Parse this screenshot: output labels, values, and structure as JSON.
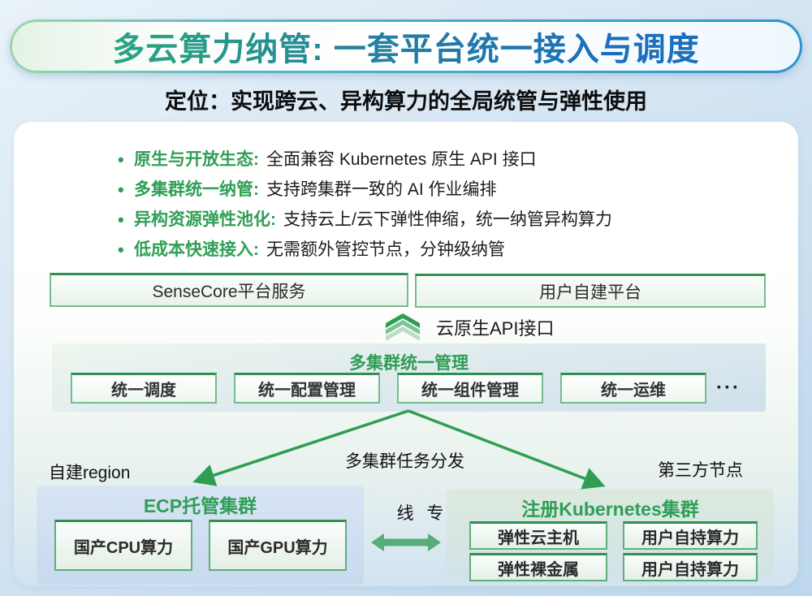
{
  "banner": {
    "title": "多云算力纳管: 一套平台统一接入与调度"
  },
  "subtitle": "定位：实现跨云、异构算力的全局统管与弹性使用",
  "bullet": "•",
  "features": [
    {
      "label": "原生与开放生态:",
      "text": "全面兼容 Kubernetes 原生 API 接口"
    },
    {
      "label": "多集群统一纳管:",
      "text": "支持跨集群一致的 AI 作业编排"
    },
    {
      "label": "异构资源弹性池化:",
      "text": "支持云上/云下弹性伸缩，统一纳管异构算力"
    },
    {
      "label": "低成本快速接入:",
      "text": "无需额外管控节点，分钟级纳管"
    }
  ],
  "platforms": [
    {
      "label": "SenseCore平台服务"
    },
    {
      "label": "用户自建平台"
    }
  ],
  "api": {
    "icon": "chevron-up-icon",
    "label": "云原生API接口"
  },
  "management": {
    "title": "多集群统一管理",
    "modules": [
      "统一调度",
      "统一配置管理",
      "统一组件管理",
      "统一运维"
    ],
    "ellipsis": "···"
  },
  "dispatch": {
    "label": "多集群任务分发"
  },
  "left_cluster": {
    "region_label": "自建region",
    "title": "ECP托管集群",
    "nodes": [
      "国产CPU算力",
      "国产GPU算力"
    ]
  },
  "link": {
    "label": "线 专",
    "icon": "double-arrow-icon"
  },
  "right_cluster": {
    "region_label": "第三方节点",
    "title": "注册Kubernetes集群",
    "nodes": [
      "弹性云主机",
      "用户自持算力",
      "弹性裸金属",
      "用户自持算力"
    ]
  },
  "colors": {
    "accent_green": "#2f9e56",
    "accent_blue": "#1a6ebd",
    "arrow_green": "#2f9e52"
  }
}
